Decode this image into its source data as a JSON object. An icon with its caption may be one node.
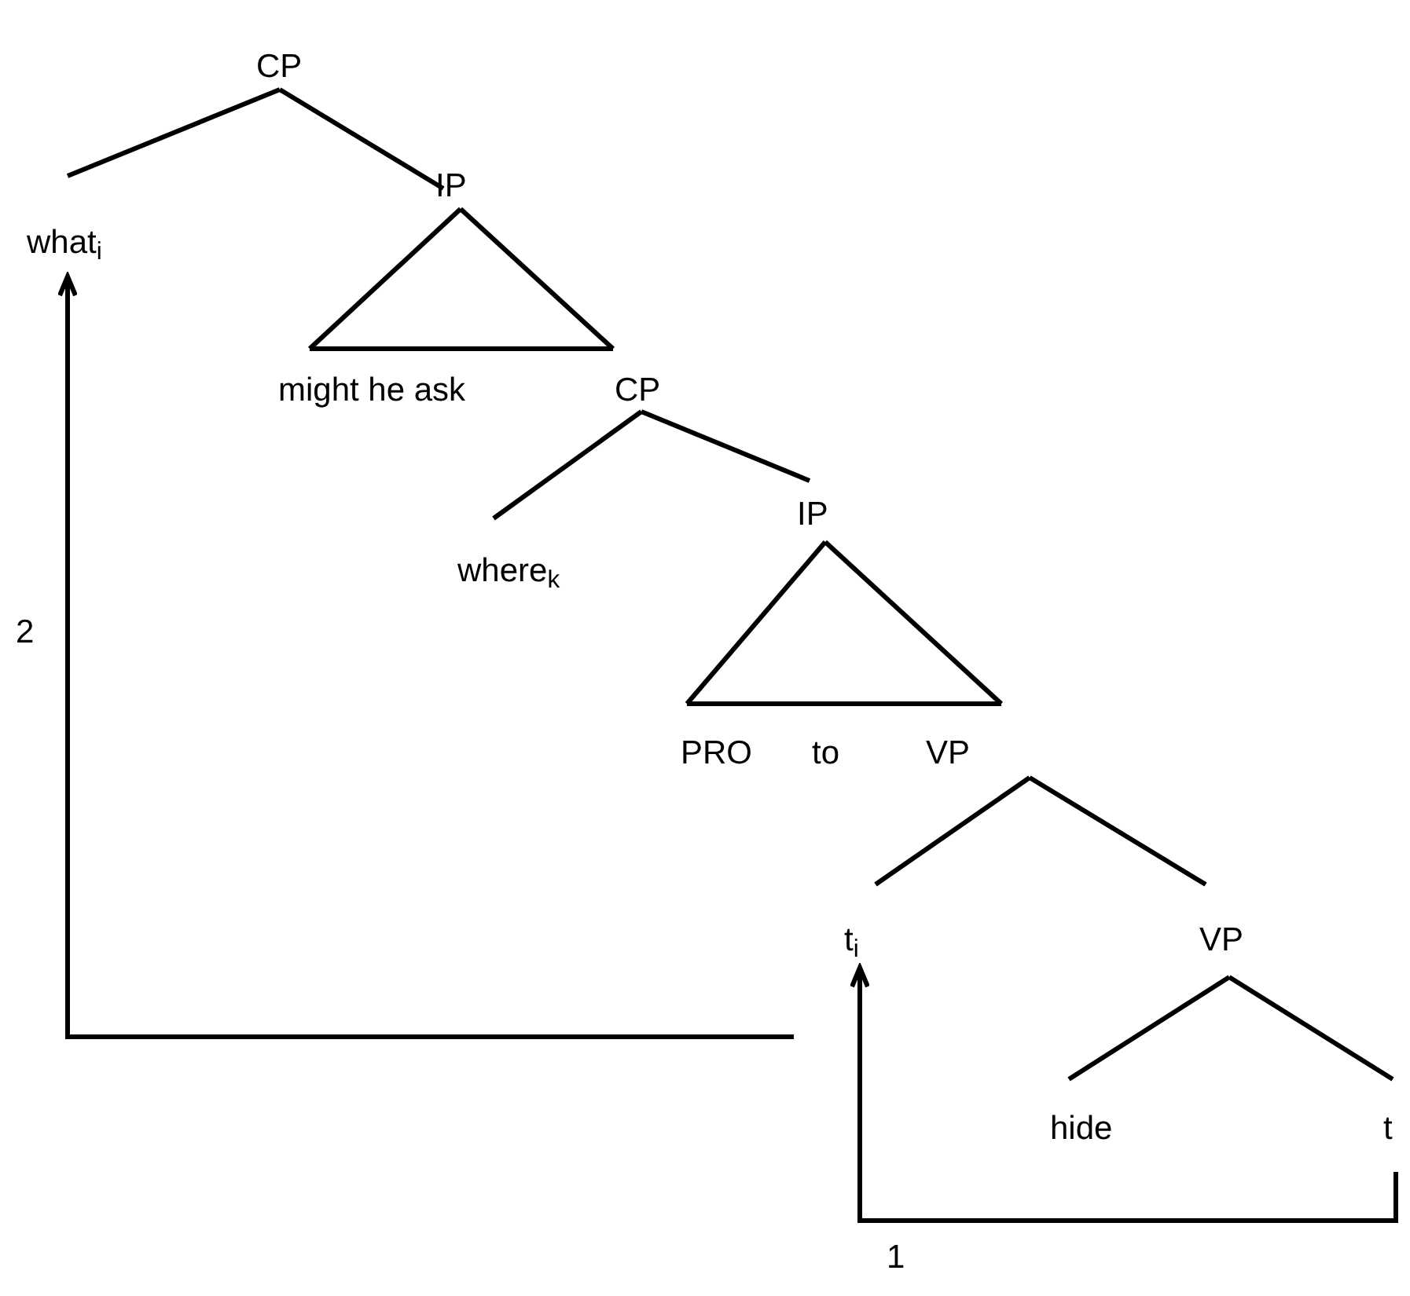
{
  "diagram": {
    "nodes": [
      {
        "text": [
          "CP"
        ]
      },
      {
        "text": [
          "what$_{i}$"
        ]
      },
      {
        "text": [
          "IP"
        ]
      },
      {
        "text": [
          "might he ask"
        ]
      },
      {
        "text": [
          "CP"
        ]
      },
      {
        "text": [
          "where$_{k}$"
        ]
      },
      {
        "text": [
          "IP"
        ]
      },
      {
        "text": [
          "PRO",
          "to"
        ]
      },
      {
        "text": [
          "VP"
        ]
      },
      {
        "text": [
          "t$_{i}$"
        ]
      },
      {
        "text": [
          "VP"
        ]
      },
      {
        "text": [
          "hide"
        ]
      },
      {
        "text": [
          "t"
        ]
      }
    ],
    "edges": [
      {
        "from": 0,
        "to": 1,
        "arrow": "none"
      },
      {
        "from": 0,
        "to": 2,
        "arrow": "none"
      },
      {
        "from": 2,
        "to": 3,
        "arrow": "none"
      },
      {
        "from": 2,
        "to": 4,
        "arrow": "none"
      },
      {
        "from": 4,
        "to": 5,
        "arrow": "none"
      },
      {
        "from": 4,
        "to": 6,
        "arrow": "none"
      },
      {
        "from": 6,
        "to": 7,
        "arrow": "none"
      },
      {
        "from": 6,
        "to": 8,
        "arrow": "none"
      },
      {
        "from": 8,
        "to": 9,
        "arrow": "none"
      },
      {
        "from": 8,
        "to": 10,
        "arrow": "none"
      },
      {
        "from": 10,
        "to": 11,
        "arrow": "none"
      },
      {
        "from": 10,
        "to": 12,
        "arrow": "none"
      },
      {
        "from": 12,
        "to": 9,
        "arrow": "to",
        "label": "1"
      },
      {
        "from": 9,
        "to": 1,
        "arrow": "to",
        "label": "2"
      }
    ]
  }
}
